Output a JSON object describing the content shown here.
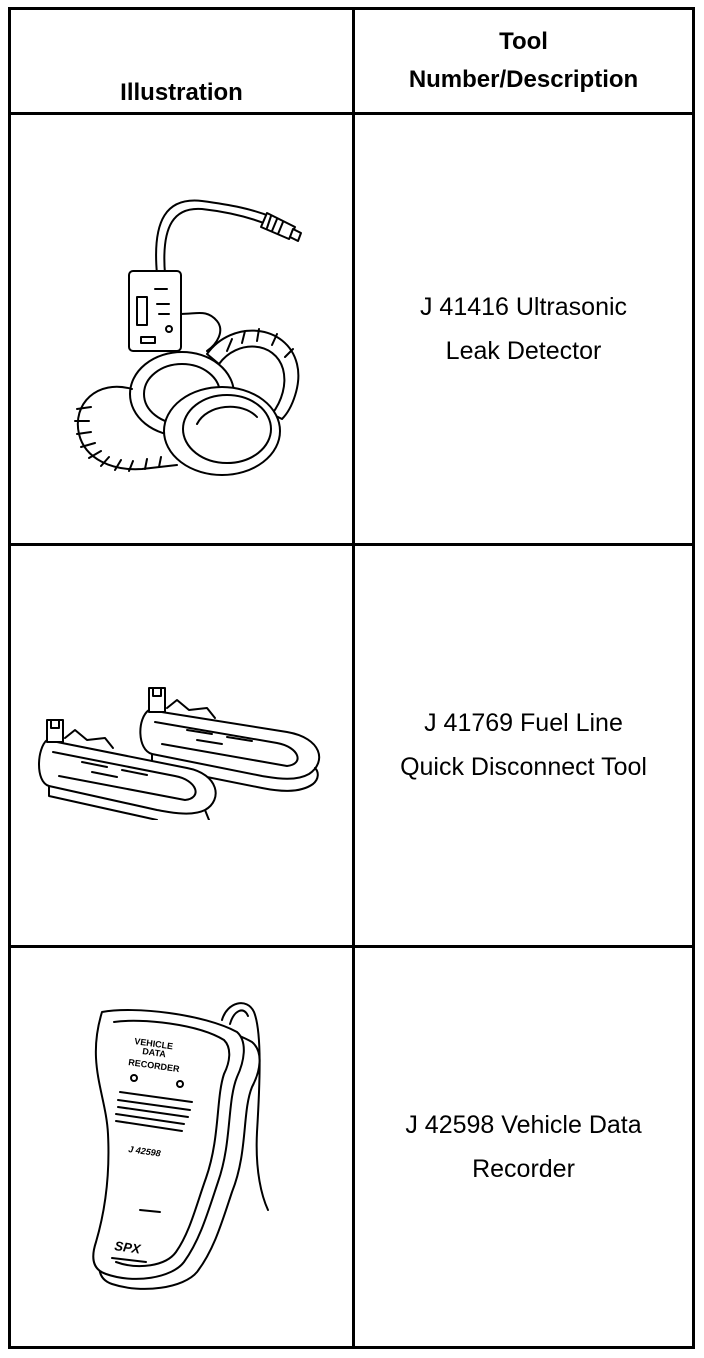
{
  "header": {
    "illustration": "Illustration",
    "tool_line1": "Tool",
    "tool_line2": "Number/Description"
  },
  "tools": [
    {
      "line1": "J 41416 Ultrasonic",
      "line2": "Leak Detector",
      "icon": "ultrasonic-leak-detector-icon"
    },
    {
      "line1": "J 41769 Fuel Line",
      "line2": "Quick Disconnect Tool",
      "icon": "fuel-line-disconnect-tool-icon"
    },
    {
      "line1": "J 42598 Vehicle Data",
      "line2": "Recorder",
      "icon": "vehicle-data-recorder-icon",
      "device_label": {
        "line1": "VEHICLE",
        "line2": "DATA",
        "line3": "RECORDER",
        "model": "J 42598",
        "brand": "SPX"
      }
    }
  ]
}
